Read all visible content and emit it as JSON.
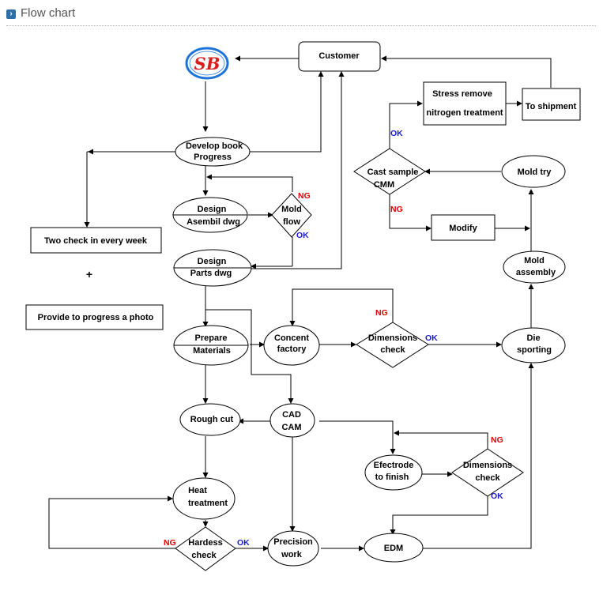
{
  "header": {
    "title": "Flow chart",
    "icon": "chevron-right-icon"
  },
  "logo": {
    "text": "SB",
    "color": "#d81e1e",
    "ring_color": "#1e73d8"
  },
  "nodes": {
    "customer": "Customer",
    "develop_book": [
      "Develop book",
      "Progress"
    ],
    "design_asembil": [
      "Design",
      "Asembil dwg"
    ],
    "mold_flow": [
      "Mold",
      "flow"
    ],
    "design_parts": [
      "Design",
      "Parts dwg"
    ],
    "two_check": "Two check in every week",
    "provide_photo": "Provide to progress a photo",
    "prepare_materials": [
      "Prepare",
      "Materials"
    ],
    "concent_factory": [
      "Concent",
      "factory"
    ],
    "dimensions_check_1": [
      "Dimensions",
      "check"
    ],
    "die_sporting": [
      "Die",
      "sporting"
    ],
    "mold_assembly": [
      "Mold",
      "assembly"
    ],
    "mold_try": "Mold try",
    "cast_sample": [
      "Cast sample",
      "CMM"
    ],
    "modify": "Modify",
    "stress_remove": [
      "Stress remove",
      "nitrogen treatment"
    ],
    "to_shipment": "To shipment",
    "rough_cut": "Rough cut",
    "cad_cam": [
      "CAD",
      "CAM"
    ],
    "efectrode": [
      "Efectrode",
      "to finish"
    ],
    "dimensions_check_2": [
      "Dimensions",
      "check"
    ],
    "heat_treatment": [
      "Heat",
      "treatment"
    ],
    "hardess_check": [
      "Hardess",
      "check"
    ],
    "precision_work": [
      "Precision",
      "work"
    ],
    "edm": "EDM"
  },
  "labels": {
    "ng": "NG",
    "ok": "OK",
    "plus": "+"
  },
  "colors": {
    "ng": "#e00000",
    "ok": "#1a1ad0"
  }
}
